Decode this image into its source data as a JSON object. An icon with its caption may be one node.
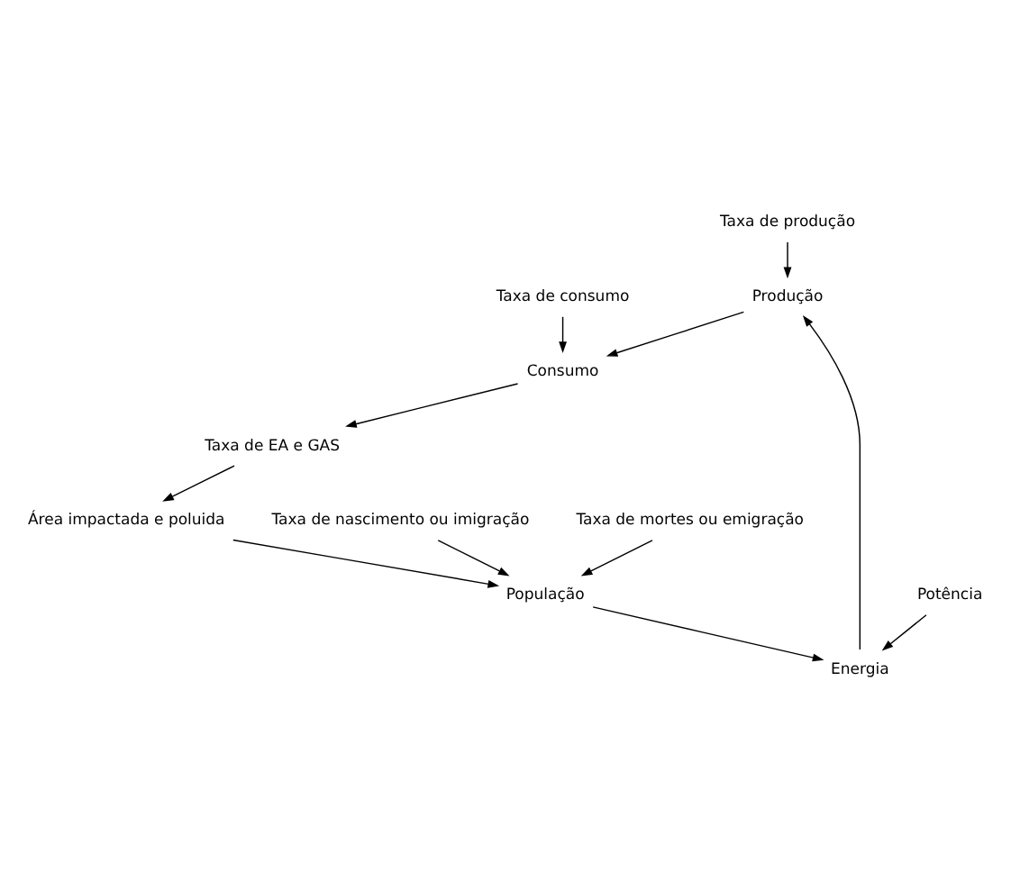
{
  "diagram": {
    "nodes": [
      {
        "text": [
          "Taxa de produção"
        ]
      },
      {
        "text": [
          "Taxa de consumo"
        ]
      },
      {
        "text": [
          "Produção"
        ]
      },
      {
        "text": [
          "Consumo"
        ]
      },
      {
        "text": [
          "Potência"
        ]
      },
      {
        "text": [
          "Energia"
        ]
      },
      {
        "text": [
          "Taxa de EA e GAS"
        ]
      },
      {
        "text": [
          "Taxa de nascimento ou imigração"
        ]
      },
      {
        "text": [
          "População"
        ]
      },
      {
        "text": [
          "Área impactada e poluida"
        ]
      },
      {
        "text": [
          "Taxa de mortes ou emigração"
        ]
      }
    ],
    "edges": [
      {
        "from": 0,
        "to": 2,
        "arrow": "to"
      },
      {
        "from": 1,
        "to": 3,
        "arrow": "to"
      },
      {
        "from": 2,
        "to": 3,
        "arrow": "to"
      },
      {
        "from": 3,
        "to": 6,
        "arrow": "to"
      },
      {
        "from": 6,
        "to": 9,
        "arrow": "to"
      },
      {
        "from": 9,
        "to": 8,
        "arrow": "to"
      },
      {
        "from": 8,
        "to": 5,
        "arrow": "to"
      },
      {
        "from": 5,
        "to": 2,
        "arrow": "to"
      },
      {
        "from": 4,
        "to": 5,
        "arrow": "to"
      },
      {
        "from": 7,
        "to": 8,
        "arrow": "to"
      },
      {
        "from": 10,
        "to": 8,
        "arrow": "to"
      }
    ]
  }
}
